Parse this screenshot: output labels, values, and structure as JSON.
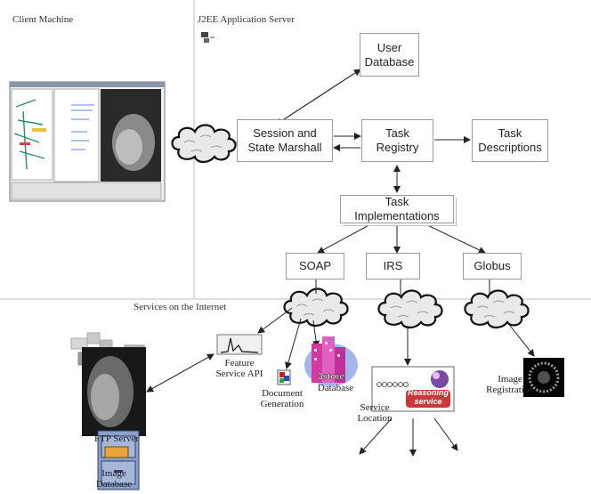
{
  "regions": {
    "client": "Client Machine",
    "server": "J2EE Application Server",
    "internet": "Services on the Internet"
  },
  "boxes": {
    "user_db": "User\nDatabase",
    "session": "Session and\nState Marshall",
    "registry": "Task\nRegistry",
    "descriptions": "Task\nDescriptions",
    "implementations": "Task\nImplementations",
    "soap": "SOAP",
    "irs": "IRS",
    "globus": "Globus"
  },
  "service_labels": {
    "feature": "Feature\nService API",
    "document": "Document\nGeneration",
    "database": "Database",
    "location": "Service\nLocation",
    "registration": "Image\nRegistration",
    "ftp": "FTP Server",
    "image_db": "Image\nDatabase",
    "store_logo": "3store",
    "reasoning_logo": "Reasoning\nservice"
  }
}
